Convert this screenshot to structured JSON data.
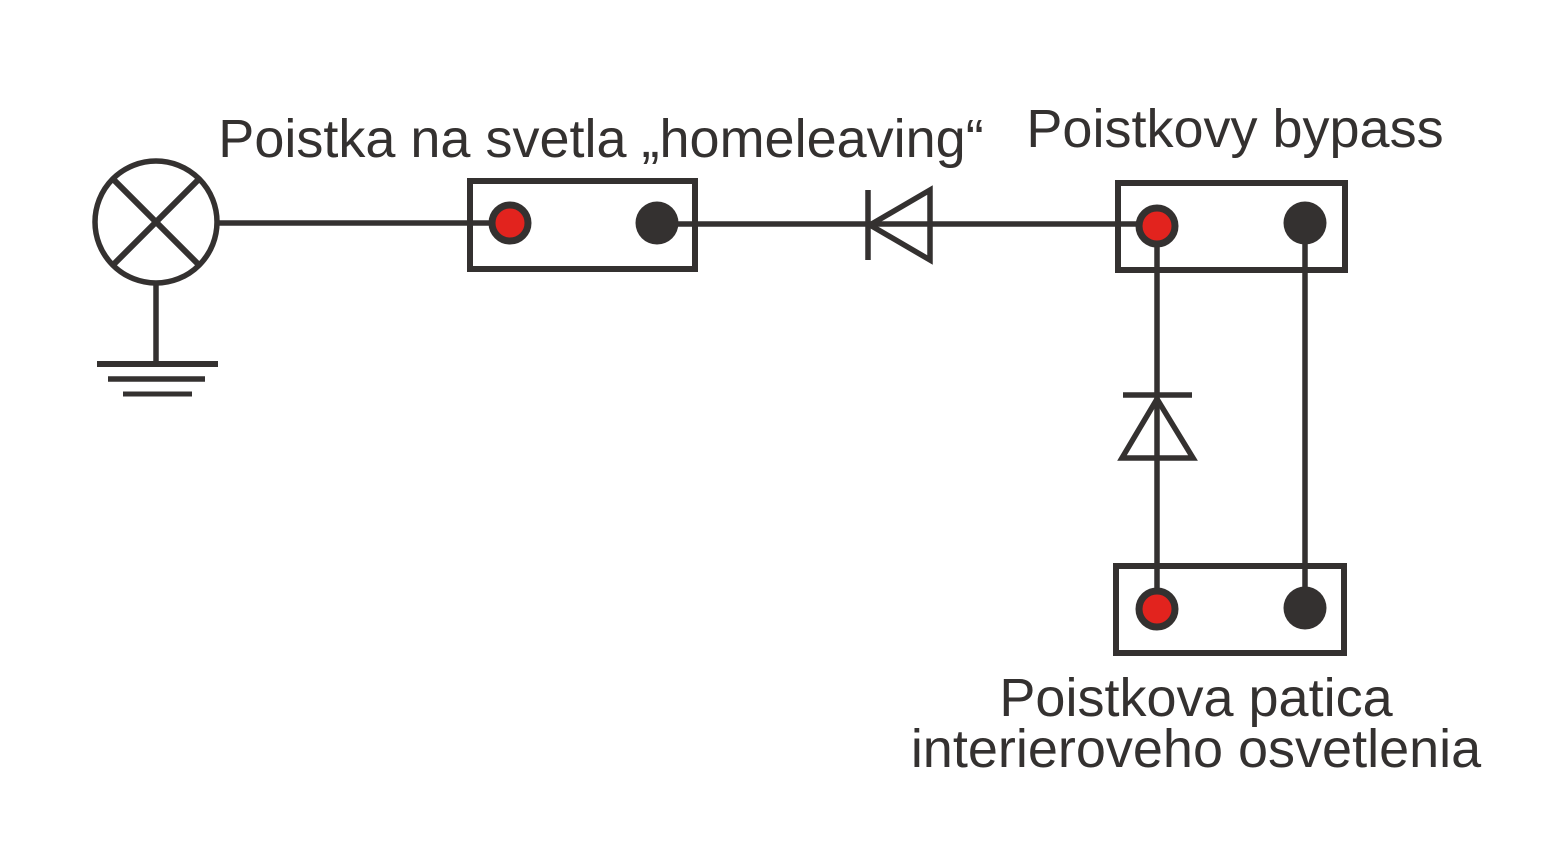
{
  "diagram": {
    "type": "electrical-schematic",
    "labels": {
      "fuse_lights": "Poistka na svetla „homeleaving“",
      "fuse_bypass": "Poistkovy bypass",
      "fuse_socket_line1": "Poistkova patica",
      "fuse_socket_line2": "interieroveho osvetlenia"
    },
    "colors": {
      "line": "#343130",
      "terminal_red": "#e2231e",
      "terminal_black": "#343130",
      "background": "#ffffff"
    },
    "components": [
      {
        "name": "lamp",
        "symbol": "circle-with-cross"
      },
      {
        "name": "ground",
        "symbol": "earth-ground-three-bars"
      },
      {
        "name": "fuse-box-homeleaving",
        "terminals": [
          "red",
          "black"
        ]
      },
      {
        "name": "diode-horizontal",
        "symbol": "diode",
        "direction": "left"
      },
      {
        "name": "fuse-bypass-box",
        "terminals": [
          "red",
          "black"
        ]
      },
      {
        "name": "diode-vertical",
        "symbol": "diode",
        "direction": "up"
      },
      {
        "name": "fuse-socket-interior-lighting",
        "terminals": [
          "red",
          "black"
        ]
      }
    ]
  }
}
